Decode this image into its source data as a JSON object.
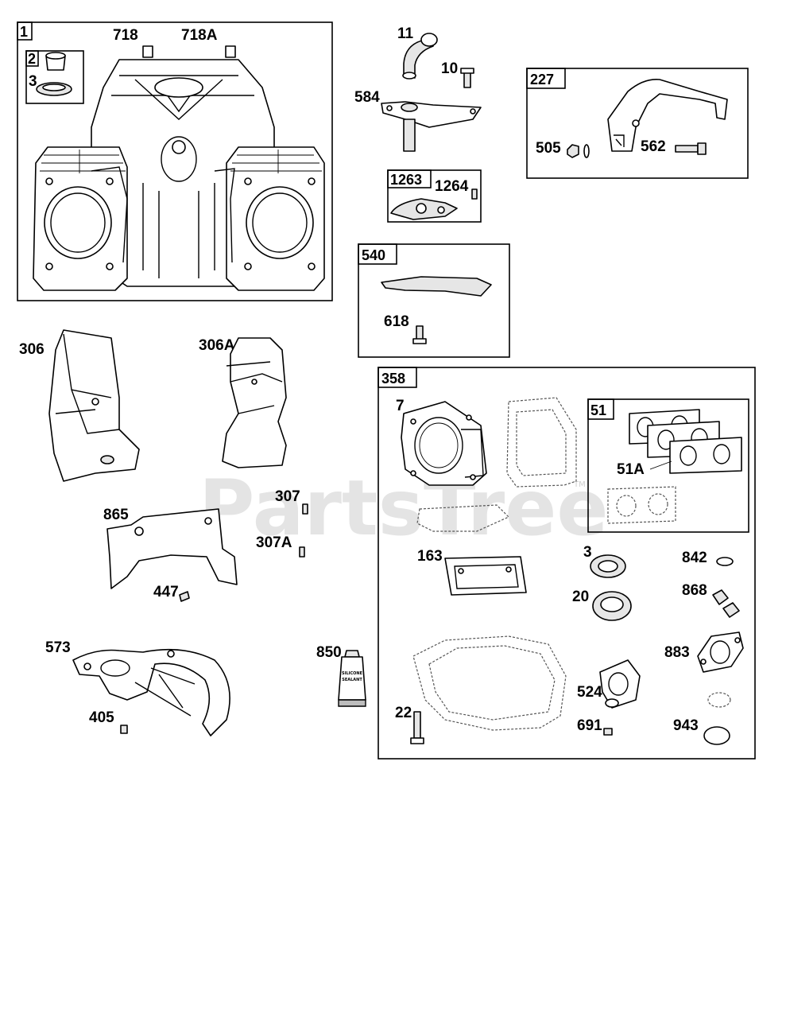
{
  "watermark": {
    "text": "PartsTree",
    "tm": "TM"
  },
  "sections": {
    "b1": "1",
    "b2": "2",
    "b227": "227",
    "b1263": "1263",
    "b540": "540",
    "b358": "358",
    "b51": "51"
  },
  "callouts": {
    "c718": "718",
    "c718A": "718A",
    "c3a": "3",
    "c11": "11",
    "c10": "10",
    "c584": "584",
    "c1264": "1264",
    "c505": "505",
    "c562": "562",
    "c618": "618",
    "c306": "306",
    "c306A": "306A",
    "c307": "307",
    "c307A": "307A",
    "c865": "865",
    "c447": "447",
    "c573": "573",
    "c405": "405",
    "c850": "850",
    "c7": "7",
    "c51A": "51A",
    "c163": "163",
    "c3b": "3",
    "c842": "842",
    "c20": "20",
    "c868": "868",
    "c883": "883",
    "c524": "524",
    "c22": "22",
    "c691": "691",
    "c943": "943"
  },
  "tube": {
    "line1": "SILICONE",
    "line2": "SEALANT"
  }
}
